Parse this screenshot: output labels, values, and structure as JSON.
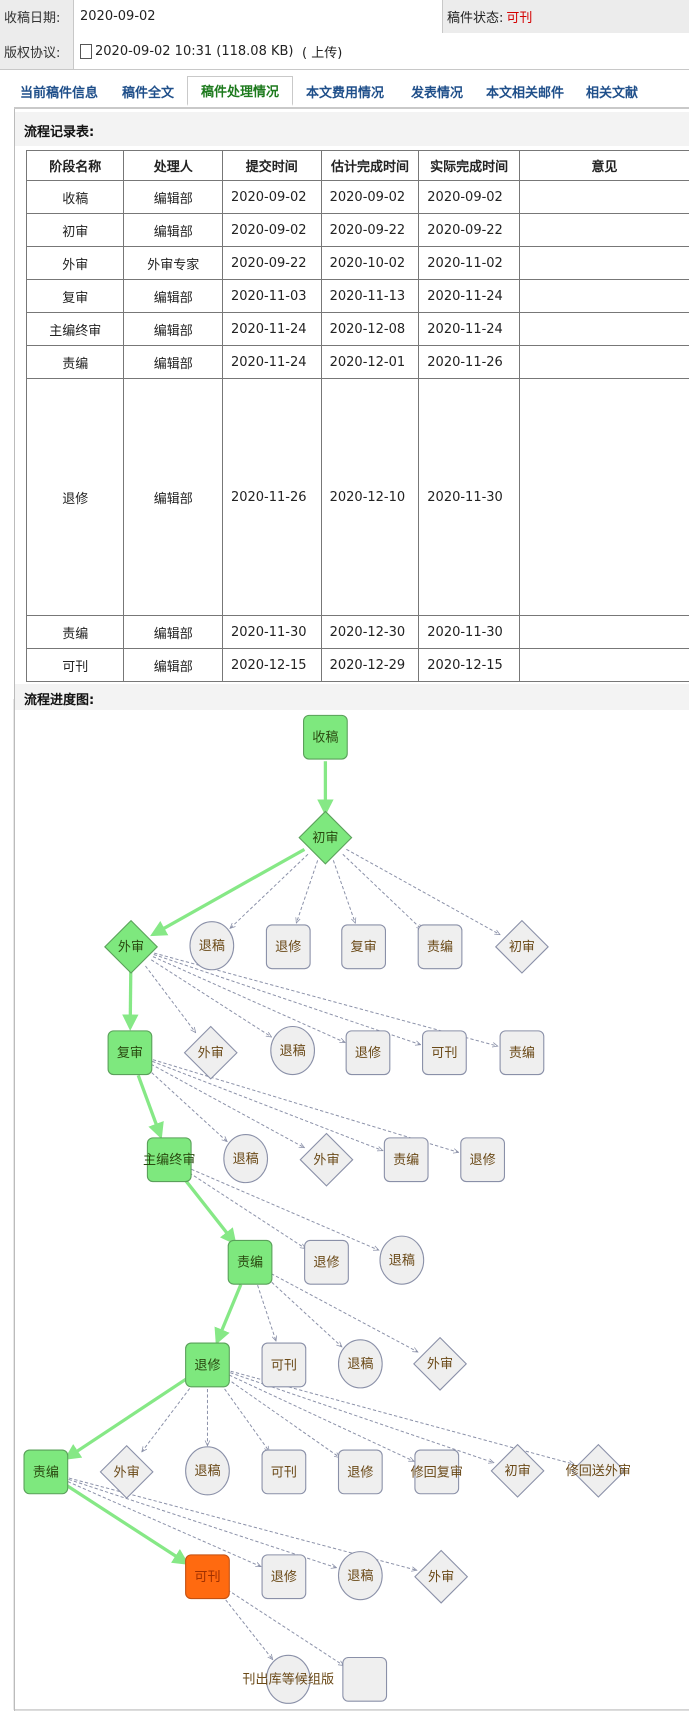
{
  "info": {
    "received_label": "收稿日期:",
    "received_value": "2020-09-02",
    "status_label": "稿件状态:",
    "status_value": "可刊",
    "copyright_label": "版权协议:",
    "copyright_file": "2020-09-02 10:31 (118.08 KB)",
    "upload_link": "( 上传)"
  },
  "tabs": [
    {
      "label": "当前稿件信息"
    },
    {
      "label": "稿件全文"
    },
    {
      "label": "稿件处理情况",
      "active": true
    },
    {
      "label": "本文费用情况"
    },
    {
      "label": "发表情况"
    },
    {
      "label": "本文相关邮件"
    },
    {
      "label": "相关文献"
    }
  ],
  "record_table": {
    "title": "流程记录表:",
    "headers": [
      "阶段名称",
      "处理人",
      "提交时间",
      "估计完成时间",
      "实际完成时间",
      "意见"
    ],
    "rows": [
      [
        "收稿",
        "编辑部",
        "2020-09-02",
        "2020-09-02",
        "2020-09-02",
        ""
      ],
      [
        "初审",
        "编辑部",
        "2020-09-02",
        "2020-09-22",
        "2020-09-22",
        ""
      ],
      [
        "外审",
        "外审专家",
        "2020-09-22",
        "2020-10-02",
        "2020-11-02",
        ""
      ],
      [
        "复审",
        "编辑部",
        "2020-11-03",
        "2020-11-13",
        "2020-11-24",
        ""
      ],
      [
        "主编终审",
        "编辑部",
        "2020-11-24",
        "2020-12-08",
        "2020-11-24",
        ""
      ],
      [
        "责编",
        "编辑部",
        "2020-11-24",
        "2020-12-01",
        "2020-11-26",
        ""
      ],
      [
        "退修",
        "编辑部",
        "2020-11-26",
        "2020-12-10",
        "2020-11-30",
        ""
      ],
      [
        "责编",
        "编辑部",
        "2020-11-30",
        "2020-12-30",
        "2020-11-30",
        ""
      ],
      [
        "可刊",
        "编辑部",
        "2020-12-15",
        "2020-12-29",
        "2020-12-15",
        ""
      ]
    ]
  },
  "flow": {
    "title": "流程进度图:",
    "colors": {
      "done": "#7ee87e",
      "current": "#ff6a10",
      "pending": "#efefef",
      "stroke": "#8a90a8",
      "path": "#86e886",
      "status": "#d40000"
    },
    "nodes": [
      {
        "id": "n0",
        "label": "收稿",
        "shape": "rect",
        "state": "done"
      },
      {
        "id": "n1",
        "label": "初审",
        "shape": "diamond",
        "state": "done"
      },
      {
        "id": "a1",
        "label": "外审",
        "shape": "diamond",
        "state": "done"
      },
      {
        "id": "a2",
        "label": "退稿",
        "shape": "circle",
        "state": "pending"
      },
      {
        "id": "a3",
        "label": "退修",
        "shape": "rect",
        "state": "pending"
      },
      {
        "id": "a4",
        "label": "复审",
        "shape": "rect",
        "state": "pending"
      },
      {
        "id": "a5",
        "label": "责编",
        "shape": "rect",
        "state": "pending"
      },
      {
        "id": "a6",
        "label": "初审",
        "shape": "diamond",
        "state": "pending"
      },
      {
        "id": "b1",
        "label": "复审",
        "shape": "rect",
        "state": "done"
      },
      {
        "id": "b2",
        "label": "外审",
        "shape": "diamond",
        "state": "pending"
      },
      {
        "id": "b3",
        "label": "退稿",
        "shape": "circle",
        "state": "pending"
      },
      {
        "id": "b4",
        "label": "退修",
        "shape": "rect",
        "state": "pending"
      },
      {
        "id": "b5",
        "label": "可刊",
        "shape": "rect",
        "state": "pending"
      },
      {
        "id": "b6",
        "label": "责编",
        "shape": "rect",
        "state": "pending"
      },
      {
        "id": "c1",
        "label": "主编终审",
        "shape": "rect",
        "state": "done"
      },
      {
        "id": "c2",
        "label": "退稿",
        "shape": "circle",
        "state": "pending"
      },
      {
        "id": "c3",
        "label": "外审",
        "shape": "diamond",
        "state": "pending"
      },
      {
        "id": "c4",
        "label": "责编",
        "shape": "rect",
        "state": "pending"
      },
      {
        "id": "c5",
        "label": "退修",
        "shape": "rect",
        "state": "pending"
      },
      {
        "id": "d1",
        "label": "责编",
        "shape": "rect",
        "state": "done"
      },
      {
        "id": "d2",
        "label": "退修",
        "shape": "rect",
        "state": "pending"
      },
      {
        "id": "d3",
        "label": "退稿",
        "shape": "circle",
        "state": "pending"
      },
      {
        "id": "e1",
        "label": "退修",
        "shape": "rect",
        "state": "done"
      },
      {
        "id": "e2",
        "label": "可刊",
        "shape": "rect",
        "state": "pending"
      },
      {
        "id": "e3",
        "label": "退稿",
        "shape": "circle",
        "state": "pending"
      },
      {
        "id": "e4",
        "label": "外审",
        "shape": "diamond",
        "state": "pending"
      },
      {
        "id": "f1",
        "label": "责编",
        "shape": "rect",
        "state": "done"
      },
      {
        "id": "f2",
        "label": "外审",
        "shape": "diamond",
        "state": "pending"
      },
      {
        "id": "f3",
        "label": "退稿",
        "shape": "circle",
        "state": "pending"
      },
      {
        "id": "f4",
        "label": "可刊",
        "shape": "rect",
        "state": "pending"
      },
      {
        "id": "f5",
        "label": "退修",
        "shape": "rect",
        "state": "pending"
      },
      {
        "id": "f6",
        "label": "修回复审",
        "shape": "rect",
        "state": "pending"
      },
      {
        "id": "f7",
        "label": "初审",
        "shape": "diamond",
        "state": "pending"
      },
      {
        "id": "f8",
        "label": "修回送外审",
        "shape": "diamond",
        "state": "pending"
      },
      {
        "id": "g1",
        "label": "可刊",
        "shape": "rect",
        "state": "current"
      },
      {
        "id": "g2",
        "label": "退修",
        "shape": "rect",
        "state": "pending"
      },
      {
        "id": "g3",
        "label": "退稿",
        "shape": "circle",
        "state": "pending"
      },
      {
        "id": "g4",
        "label": "外审",
        "shape": "diamond",
        "state": "pending"
      },
      {
        "id": "h1",
        "label": "刊出库等候组版",
        "shape": "circle",
        "state": "pending"
      },
      {
        "id": "h2",
        "label": "",
        "shape": "rect",
        "state": "pending"
      }
    ],
    "edges": [
      [
        "n0",
        "n1",
        "path"
      ],
      [
        "n1",
        "a1",
        "path"
      ],
      [
        "a1",
        "b1",
        "path"
      ],
      [
        "b1",
        "c1",
        "path"
      ],
      [
        "c1",
        "d1",
        "path"
      ],
      [
        "d1",
        "e1",
        "path"
      ],
      [
        "e1",
        "f1",
        "path"
      ],
      [
        "f1",
        "g1",
        "path"
      ],
      [
        "n1",
        "a2",
        "option"
      ],
      [
        "n1",
        "a3",
        "option"
      ],
      [
        "n1",
        "a4",
        "option"
      ],
      [
        "n1",
        "a5",
        "option"
      ],
      [
        "n1",
        "a6",
        "option"
      ],
      [
        "a1",
        "b2",
        "option"
      ],
      [
        "a1",
        "b3",
        "option"
      ],
      [
        "a1",
        "b4",
        "option"
      ],
      [
        "a1",
        "b5",
        "option"
      ],
      [
        "a1",
        "b6",
        "option"
      ],
      [
        "b1",
        "c2",
        "option"
      ],
      [
        "b1",
        "c3",
        "option"
      ],
      [
        "b1",
        "c4",
        "option"
      ],
      [
        "b1",
        "c5",
        "option"
      ],
      [
        "c1",
        "d2",
        "option"
      ],
      [
        "c1",
        "d3",
        "option"
      ],
      [
        "d1",
        "e2",
        "option"
      ],
      [
        "d1",
        "e3",
        "option"
      ],
      [
        "d1",
        "e4",
        "option"
      ],
      [
        "e1",
        "f2",
        "option"
      ],
      [
        "e1",
        "f3",
        "option"
      ],
      [
        "e1",
        "f4",
        "option"
      ],
      [
        "e1",
        "f5",
        "option"
      ],
      [
        "e1",
        "f6",
        "option"
      ],
      [
        "e1",
        "f7",
        "option"
      ],
      [
        "e1",
        "f8",
        "option"
      ],
      [
        "f1",
        "g2",
        "option"
      ],
      [
        "f1",
        "g3",
        "option"
      ],
      [
        "f1",
        "g4",
        "option"
      ],
      [
        "g1",
        "h1",
        "option"
      ],
      [
        "g1",
        "h2",
        "option"
      ]
    ]
  }
}
